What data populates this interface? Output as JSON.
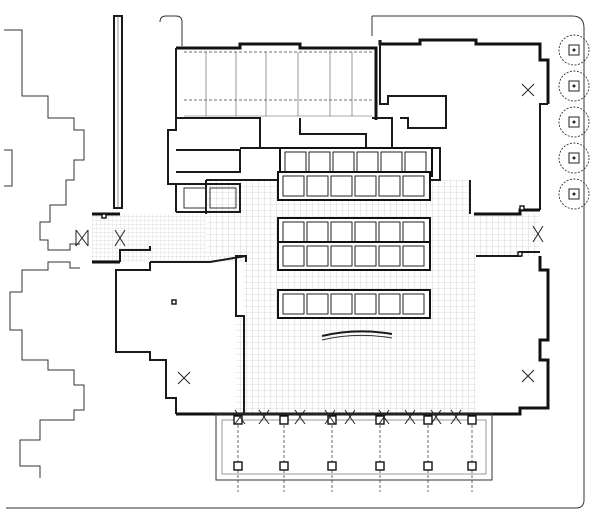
{
  "plan": {
    "tree_count": 5,
    "vault_rows": [
      {
        "row": 1,
        "cells": 6
      },
      {
        "row": 2,
        "cells": 6
      },
      {
        "row": 3,
        "cells": 6
      },
      {
        "row": 4,
        "cells": 6
      },
      {
        "row": 5,
        "cells": 6
      }
    ],
    "colors": {
      "line": "#1a1a1a",
      "paper": "#ffffff",
      "floor_grid": "#bbbbbb"
    }
  }
}
